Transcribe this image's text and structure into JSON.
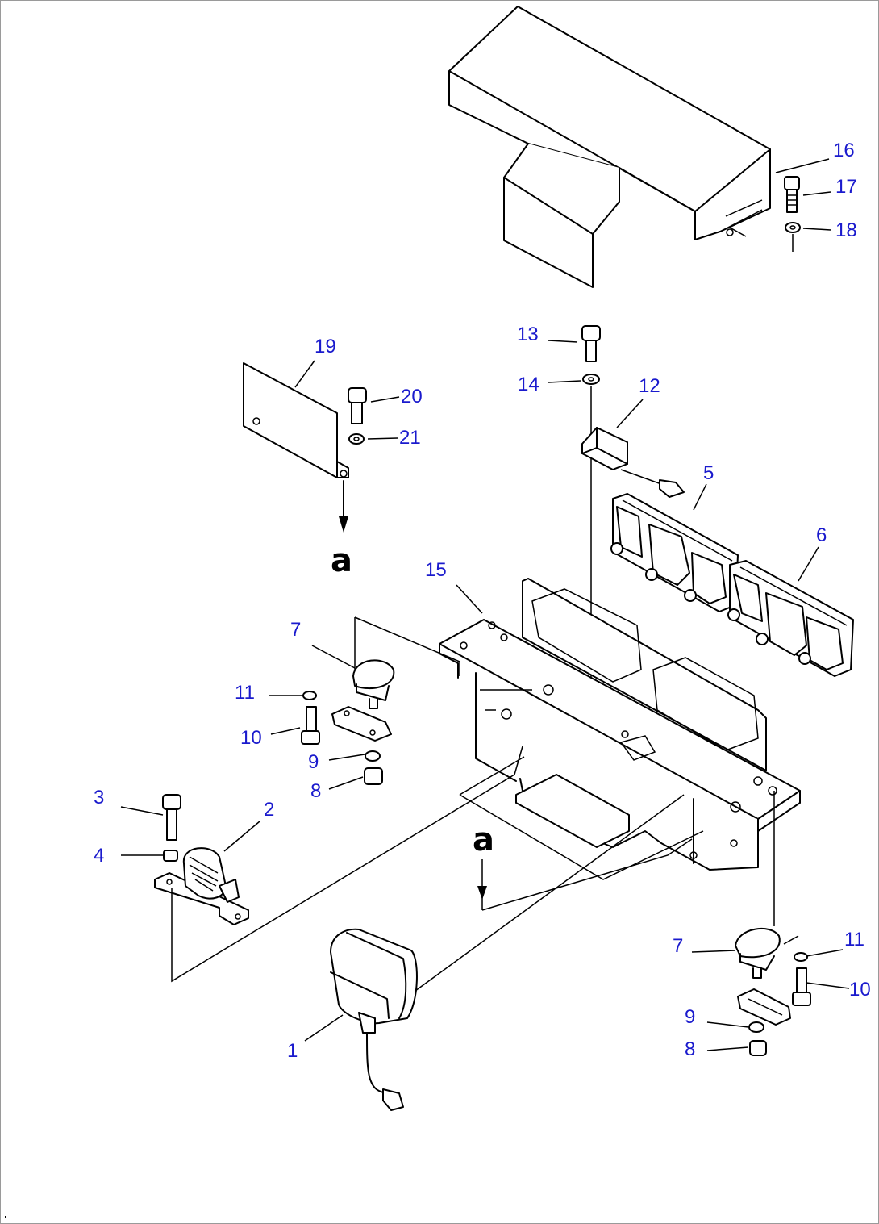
{
  "colors": {
    "callout_text": "#1a1acd",
    "line": "#000000",
    "background": "#ffffff",
    "border": "#9a9a9a"
  },
  "callouts": {
    "p1": "1",
    "p2": "2",
    "p3": "3",
    "p4": "4",
    "p5": "5",
    "p6": "6",
    "p7a": "7",
    "p7b": "7",
    "p8a": "8",
    "p8b": "8",
    "p9a": "9",
    "p9b": "9",
    "p10a": "10",
    "p10b": "10",
    "p11a": "11",
    "p11b": "11",
    "p12": "12",
    "p13": "13",
    "p14": "14",
    "p15": "15",
    "p16": "16",
    "p17": "17",
    "p18": "18",
    "p19": "19",
    "p20": "20",
    "p21": "21"
  },
  "reference_marks": {
    "a_upper": "a",
    "a_lower": "a"
  }
}
